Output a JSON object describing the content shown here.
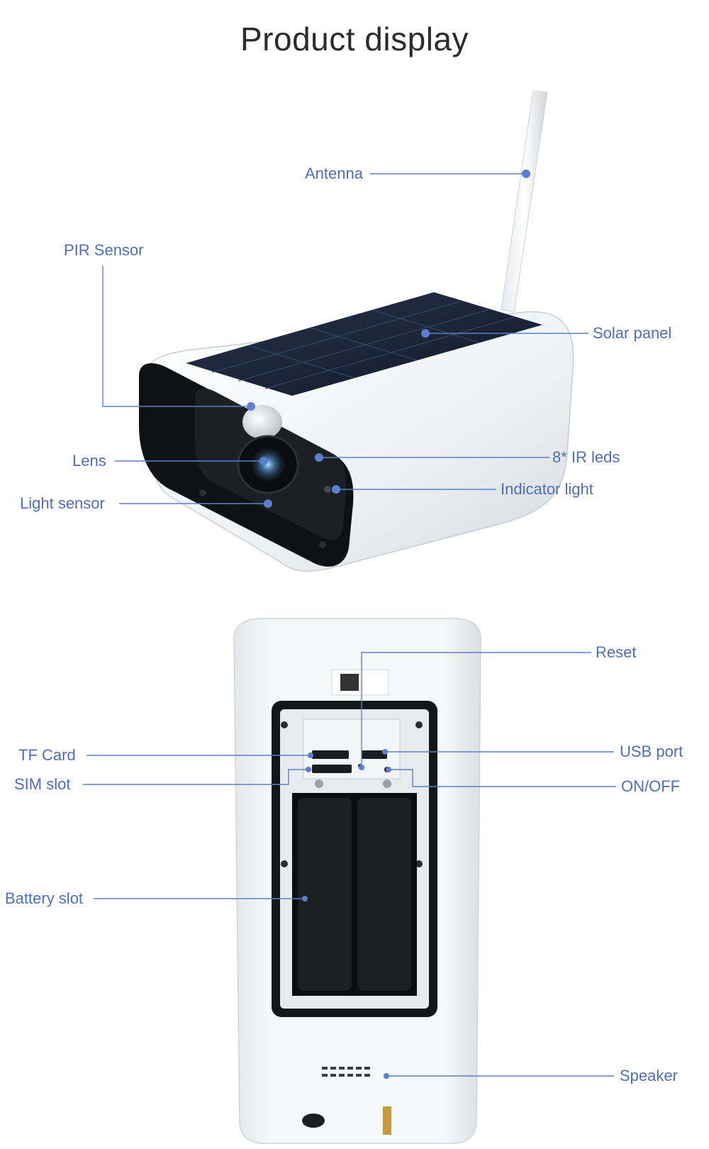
{
  "page": {
    "title": "Product display",
    "accent_color": "#5b7fce"
  },
  "front_labels": {
    "antenna": "Antenna",
    "pir_sensor": "PIR Sensor",
    "solar_panel": "Solar panel",
    "lens": "Lens",
    "ir_leds": "8* IR leds",
    "indicator_light": "Indicator light",
    "light_sensor": "Light sensor"
  },
  "back_labels": {
    "reset": "Reset",
    "tf_card": "TF Card",
    "usb_port": "USB port",
    "sim_slot": "SIM slot",
    "on_off": "ON/OFF",
    "battery_slot": "Battery slot",
    "speaker": "Speaker"
  }
}
